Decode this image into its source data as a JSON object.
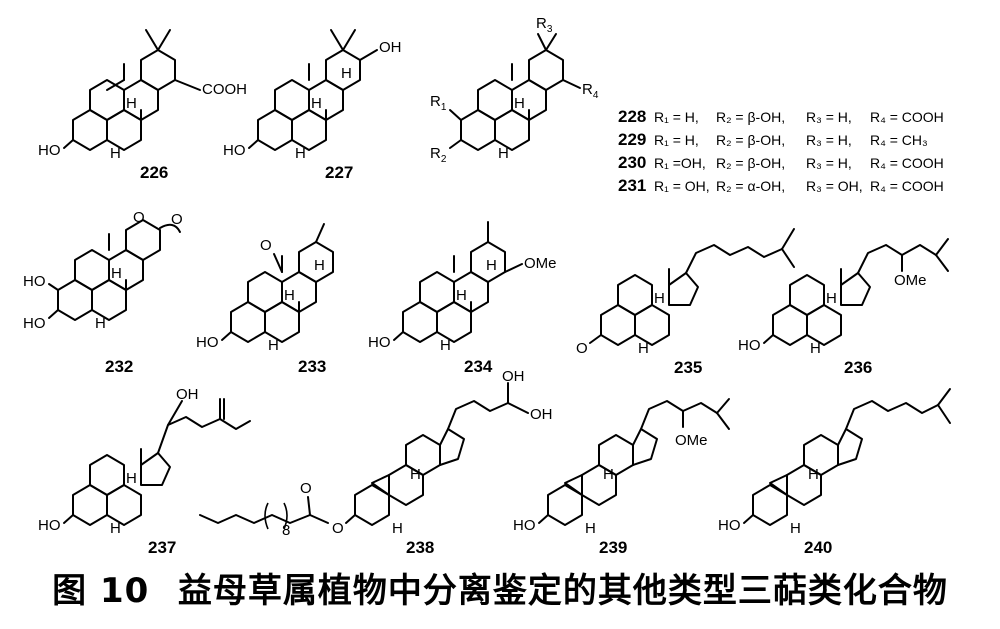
{
  "caption": {
    "fig_label": "图 10",
    "text": "益母草属植物中分离鉴定的其他类型三萜类化合物"
  },
  "compounds": {
    "c226": {
      "number": "226",
      "labels": {
        "cooh": "COOH",
        "ho": "HO",
        "h": "H"
      }
    },
    "c227": {
      "number": "227",
      "labels": {
        "oh": "OH",
        "ho": "HO",
        "h": "H"
      }
    },
    "c228": {
      "labels": {
        "r1": "R",
        "r1sub": "1",
        "r2": "R",
        "r2sub": "2",
        "r3": "R",
        "r3sub": "3",
        "r4": "R",
        "r4sub": "4",
        "h": "H"
      }
    },
    "c232": {
      "number": "232",
      "labels": {
        "ho1": "HO",
        "ho2": "HO",
        "o1": "O",
        "o2": "O",
        "h": "H"
      }
    },
    "c233": {
      "number": "233",
      "labels": {
        "o": "O",
        "ho": "HO",
        "h": "H"
      }
    },
    "c234": {
      "number": "234",
      "labels": {
        "ome": "OMe",
        "ho": "HO",
        "h": "H"
      }
    },
    "c235": {
      "number": "235",
      "labels": {
        "o": "O",
        "h": "H"
      }
    },
    "c236": {
      "number": "236",
      "labels": {
        "ome": "OMe",
        "ho": "HO",
        "h": "H"
      }
    },
    "c237": {
      "number": "237",
      "labels": {
        "oh": "OH",
        "ho": "HO",
        "h": "H"
      }
    },
    "c238": {
      "number": "238",
      "labels": {
        "oh1": "OH",
        "oh2": "OH",
        "o1": "O",
        "o2": "O",
        "n8": "8",
        "h": "H"
      }
    },
    "c239": {
      "number": "239",
      "labels": {
        "ome": "OMe",
        "ho": "HO",
        "h": "H"
      }
    },
    "c240": {
      "number": "240",
      "labels": {
        "ho": "HO",
        "h": "H"
      }
    }
  },
  "substituent_table": [
    {
      "number": "228",
      "r1": "R₁ = H,",
      "r2": "R₂ = β-OH,",
      "r3": "R₃ = H,",
      "r4": "R₄ = COOH"
    },
    {
      "number": "229",
      "r1": "R₁ = H,",
      "r2": "R₂ = β-OH,",
      "r3": "R₃ = H,",
      "r4": "R₄ = CH₃"
    },
    {
      "number": "230",
      "r1": "R₁ =OH,",
      "r2": "R₂ = β-OH,",
      "r3": "R₃ = H,",
      "r4": "R₄ = COOH"
    },
    {
      "number": "231",
      "r1": "R₁ = OH,",
      "r2": "R₂ = α-OH,",
      "r3": "R₃ = OH,",
      "r4": "R₄ = COOH"
    }
  ]
}
